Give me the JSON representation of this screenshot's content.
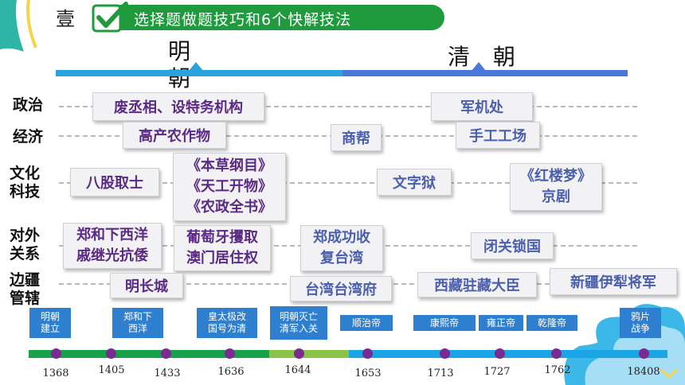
{
  "header": {
    "section_number": "壹",
    "title": "选择题做题技巧和6个快解技法"
  },
  "eras": {
    "ming": "明朝",
    "qing": "清 朝"
  },
  "categories": {
    "politics": "政治",
    "economy": "经济",
    "culture_line1": "文化",
    "culture_line2": "科技",
    "foreign_line1": "对外",
    "foreign_line2": "关系",
    "frontier_line1": "边疆",
    "frontier_line2": "管辖"
  },
  "boxes": {
    "politics_ming": "废丞相、设特务机构",
    "politics_qing": "军机处",
    "economy_crops": "高产农作物",
    "economy_merchants": "商帮",
    "economy_workshops": "手工工场",
    "culture_exam": "八股取士",
    "culture_books": [
      "《本草纲目》",
      "《天工开物》",
      "《农政全书》"
    ],
    "culture_inquisition": "文字狱",
    "culture_qing": [
      "《红楼梦》",
      "京剧"
    ],
    "foreign_zheng": [
      "郑和下西洋",
      "戚继光抗倭"
    ],
    "foreign_macau": [
      "葡萄牙攫取",
      "澳门居住权"
    ],
    "foreign_taiwan": [
      "郑成功收",
      "复台湾"
    ],
    "foreign_closed": "闭关锁国",
    "frontier_wall": "明长城",
    "frontier_taiwan": "台湾台湾府",
    "frontier_tibet": "西藏驻藏大臣",
    "frontier_xinjiang": "新疆伊犁将军"
  },
  "timeline": {
    "events": [
      [
        "明朝",
        "建立"
      ],
      [
        "郑和下",
        "西洋"
      ],
      [
        "皇太极改",
        "国号为清"
      ],
      [
        "明朝灭亡",
        "清军入关"
      ],
      [
        "顺治帝"
      ],
      [
        "康熙帝"
      ],
      [
        "雍正帝"
      ],
      [
        "乾隆帝"
      ],
      [
        "鸦片",
        "战争"
      ]
    ],
    "years": [
      "1368",
      "1405",
      "1433",
      "1636",
      "1644",
      "1653",
      "1713",
      "1727",
      "1762",
      "18408"
    ]
  },
  "colors": {
    "header_green": "#1f9a3d",
    "ming_bar": "#2aa2dd",
    "qing_bar": "#4a78d6",
    "event_box": "#2f7fd1",
    "dot": "#7a2a90",
    "purple_text": "#5b2a86",
    "blue_text": "#4a5fae"
  }
}
